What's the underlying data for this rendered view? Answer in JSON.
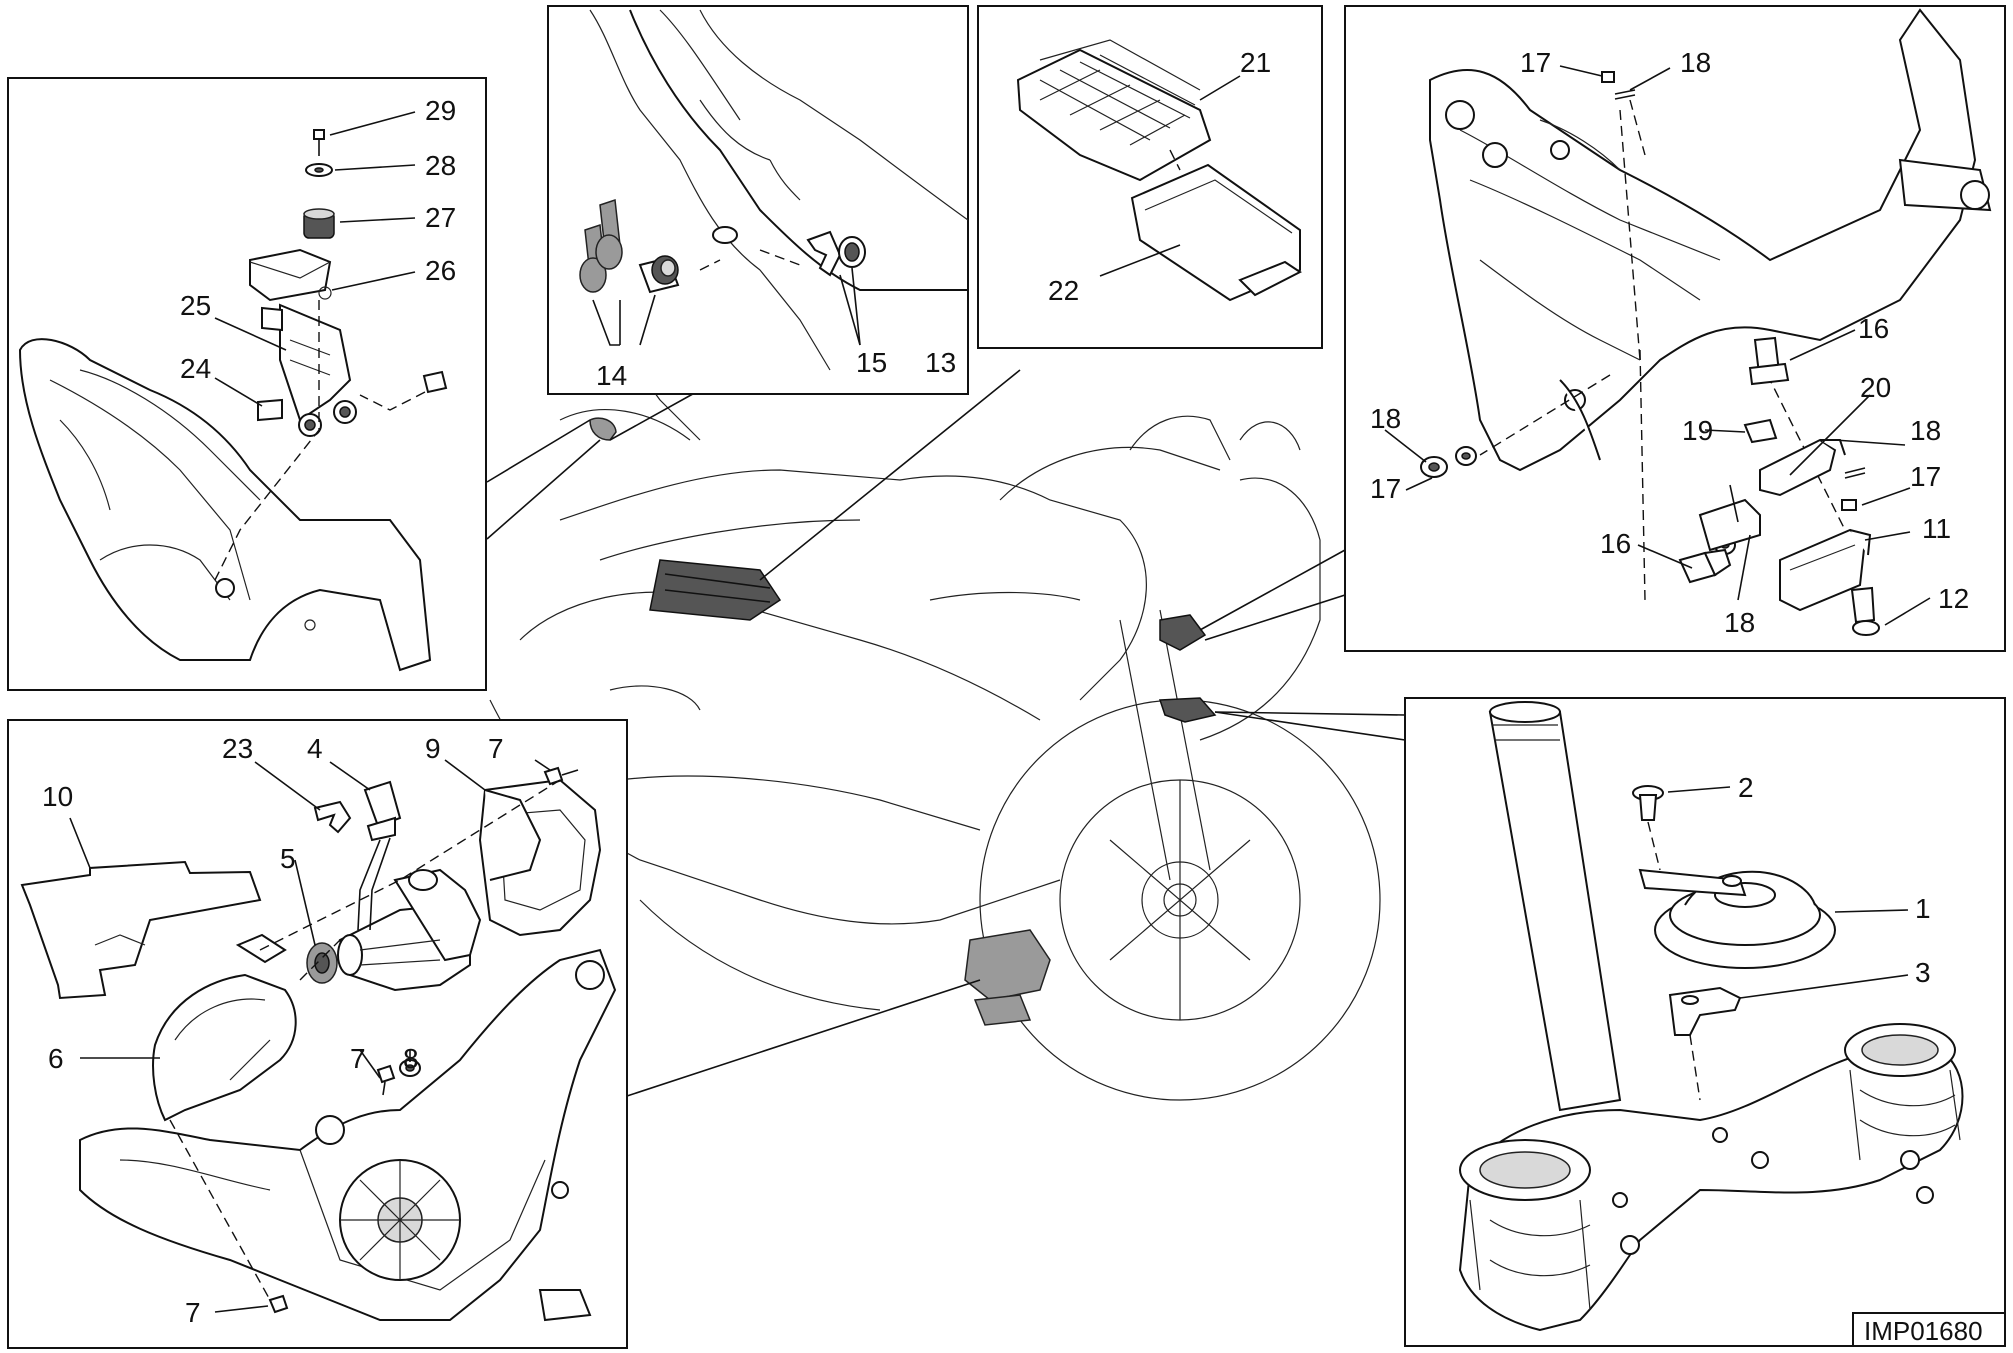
{
  "diagram": {
    "reference_code": "IMP01680",
    "callouts": {
      "top_left": [
        "29",
        "28",
        "27",
        "26",
        "25",
        "24"
      ],
      "top_mid": [
        "14",
        "15",
        "13"
      ],
      "top_center": [
        "21",
        "22"
      ],
      "top_right": [
        "17",
        "18",
        "16",
        "20",
        "18",
        "19",
        "18",
        "17",
        "17",
        "16",
        "11",
        "18",
        "12"
      ],
      "bottom_left": [
        "23",
        "4",
        "9",
        "7",
        "10",
        "5",
        "6",
        "7",
        "8",
        "7"
      ],
      "bottom_right": [
        "2",
        "1",
        "3"
      ]
    }
  }
}
